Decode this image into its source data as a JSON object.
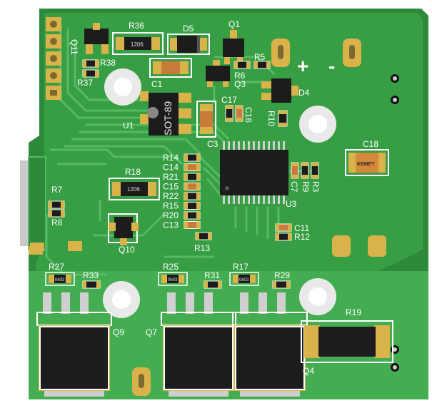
{
  "board": {
    "colors": {
      "substrate": "#2c8a3a",
      "copper": "#3fa64c",
      "trace": "#55b963",
      "silk": "#ffffff",
      "pad": "#d9b24a",
      "component_body": "#1c1c1c",
      "hole": "#f2f2f2"
    },
    "symbols": {
      "plus": "+",
      "minus": "-"
    },
    "refs": {
      "Q11": "Q11",
      "R36": "R36",
      "D5": "D5",
      "Q1": "Q1",
      "R38": "R38",
      "R37": "R37",
      "C1": "C1",
      "R5": "R5",
      "R6": "R6",
      "Q3": "Q3",
      "D4": "D4",
      "C17": "C17",
      "C16": "C16",
      "R10": "R10",
      "U1": "U1",
      "C3": "C3",
      "C18": "C18",
      "R14": "R14",
      "C14": "C14",
      "R21": "R21",
      "C15": "C15",
      "R22": "R22",
      "R15": "R15",
      "R20": "R20",
      "C13": "C13",
      "R18": "R18",
      "R7": "R7",
      "R8": "R8",
      "C7": "C7",
      "R9": "R9",
      "R3": "R3",
      "U3": "U3",
      "C11": "C11",
      "R12": "R12",
      "Q10": "Q10",
      "R13": "R13",
      "R27": "R27",
      "R33": "R33",
      "R25": "R25",
      "R31": "R31",
      "R17": "R17",
      "R29": "R29",
      "R19": "R19",
      "Q9": "Q9",
      "Q7": "Q7",
      "Q4": "Q4"
    },
    "markings": {
      "r36_body": "1206",
      "r18_body": "1206",
      "u1_body": "SOT-89",
      "c18_body": "KEMET",
      "r27_body": "0603",
      "r25_body": "0603",
      "r17_body": "0603"
    }
  }
}
